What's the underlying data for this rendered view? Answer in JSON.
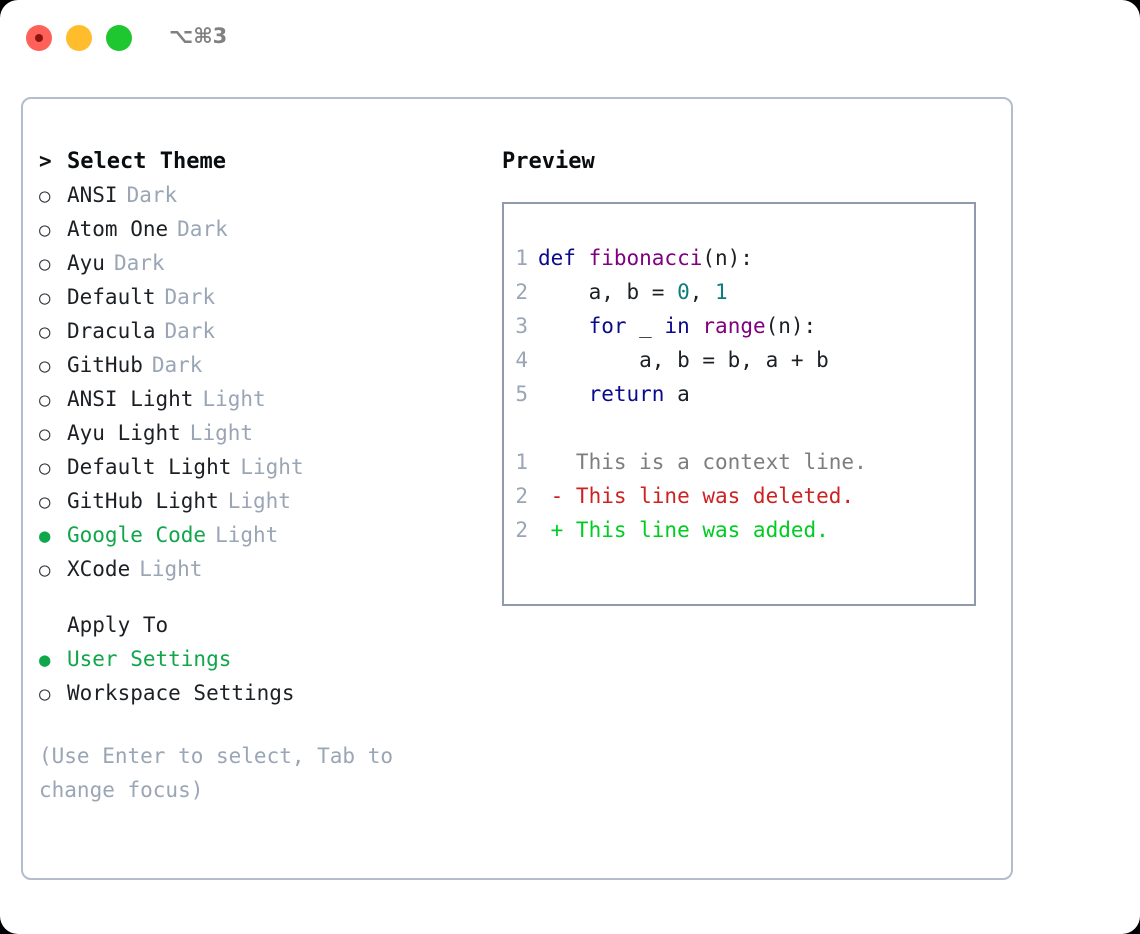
{
  "titlebar": {
    "shortcut": "⌥⌘3",
    "lights": [
      "close-red",
      "minimize-yellow",
      "maximize-green"
    ]
  },
  "left": {
    "header": {
      "caret": ">",
      "label": "Select Theme"
    },
    "radio_off": "○",
    "radio_on": "●",
    "themes": [
      {
        "name": "ANSI",
        "variant": "Dark",
        "selected": false
      },
      {
        "name": "Atom One",
        "variant": "Dark",
        "selected": false
      },
      {
        "name": "Ayu",
        "variant": "Dark",
        "selected": false
      },
      {
        "name": "Default",
        "variant": "Dark",
        "selected": false
      },
      {
        "name": "Dracula",
        "variant": "Dark",
        "selected": false
      },
      {
        "name": "GitHub",
        "variant": "Dark",
        "selected": false
      },
      {
        "name": "ANSI Light",
        "variant": "Light",
        "selected": false
      },
      {
        "name": "Ayu Light",
        "variant": "Light",
        "selected": false
      },
      {
        "name": "Default Light",
        "variant": "Light",
        "selected": false
      },
      {
        "name": "GitHub Light",
        "variant": "Light",
        "selected": false
      },
      {
        "name": "Google Code",
        "variant": "Light",
        "selected": true
      },
      {
        "name": "XCode",
        "variant": "Light",
        "selected": false
      }
    ],
    "apply_to": {
      "header": "Apply To",
      "options": [
        {
          "name": "User Settings",
          "selected": true
        },
        {
          "name": "Workspace Settings",
          "selected": false
        }
      ]
    },
    "hint": "(Use Enter to select, Tab to change focus)"
  },
  "right": {
    "title": "Preview",
    "code": [
      {
        "no": "1",
        "tokens": [
          {
            "t": "def ",
            "c": "kw"
          },
          {
            "t": "fibonacci",
            "c": "fn"
          },
          {
            "t": "(n):",
            "c": "pl"
          }
        ]
      },
      {
        "no": "2",
        "tokens": [
          {
            "t": "    a, b = ",
            "c": "pl"
          },
          {
            "t": "0",
            "c": "num"
          },
          {
            "t": ", ",
            "c": "pl"
          },
          {
            "t": "1",
            "c": "num"
          }
        ]
      },
      {
        "no": "3",
        "tokens": [
          {
            "t": "    ",
            "c": "pl"
          },
          {
            "t": "for",
            "c": "kw"
          },
          {
            "t": " _ ",
            "c": "pl"
          },
          {
            "t": "in",
            "c": "kw"
          },
          {
            "t": " ",
            "c": "pl"
          },
          {
            "t": "range",
            "c": "fn"
          },
          {
            "t": "(n):",
            "c": "pl"
          }
        ]
      },
      {
        "no": "4",
        "tokens": [
          {
            "t": "        a, b = b, a + b",
            "c": "pl"
          }
        ]
      },
      {
        "no": "5",
        "tokens": [
          {
            "t": "    ",
            "c": "pl"
          },
          {
            "t": "return",
            "c": "kw"
          },
          {
            "t": " a",
            "c": "pl"
          }
        ]
      }
    ],
    "diff": [
      {
        "no": "1",
        "marker": " ",
        "text": " This is a context line.",
        "kind": "ctx"
      },
      {
        "no": "2",
        "marker": "-",
        "text": " This line was deleted.",
        "kind": "del"
      },
      {
        "no": "2",
        "marker": "+",
        "text": " This line was added.",
        "kind": "add"
      }
    ]
  },
  "colors": {
    "accent_green": "#10a64a",
    "border": "#b3bdcb",
    "preview_border": "#8f9bad",
    "muted": "#9aa5b5",
    "keyword": "#0a0a8c",
    "function": "#800080",
    "number": "#0d7c7c",
    "diff_add": "#00cc22",
    "diff_del": "#cc2222",
    "diff_ctx": "#7d7d7d"
  }
}
